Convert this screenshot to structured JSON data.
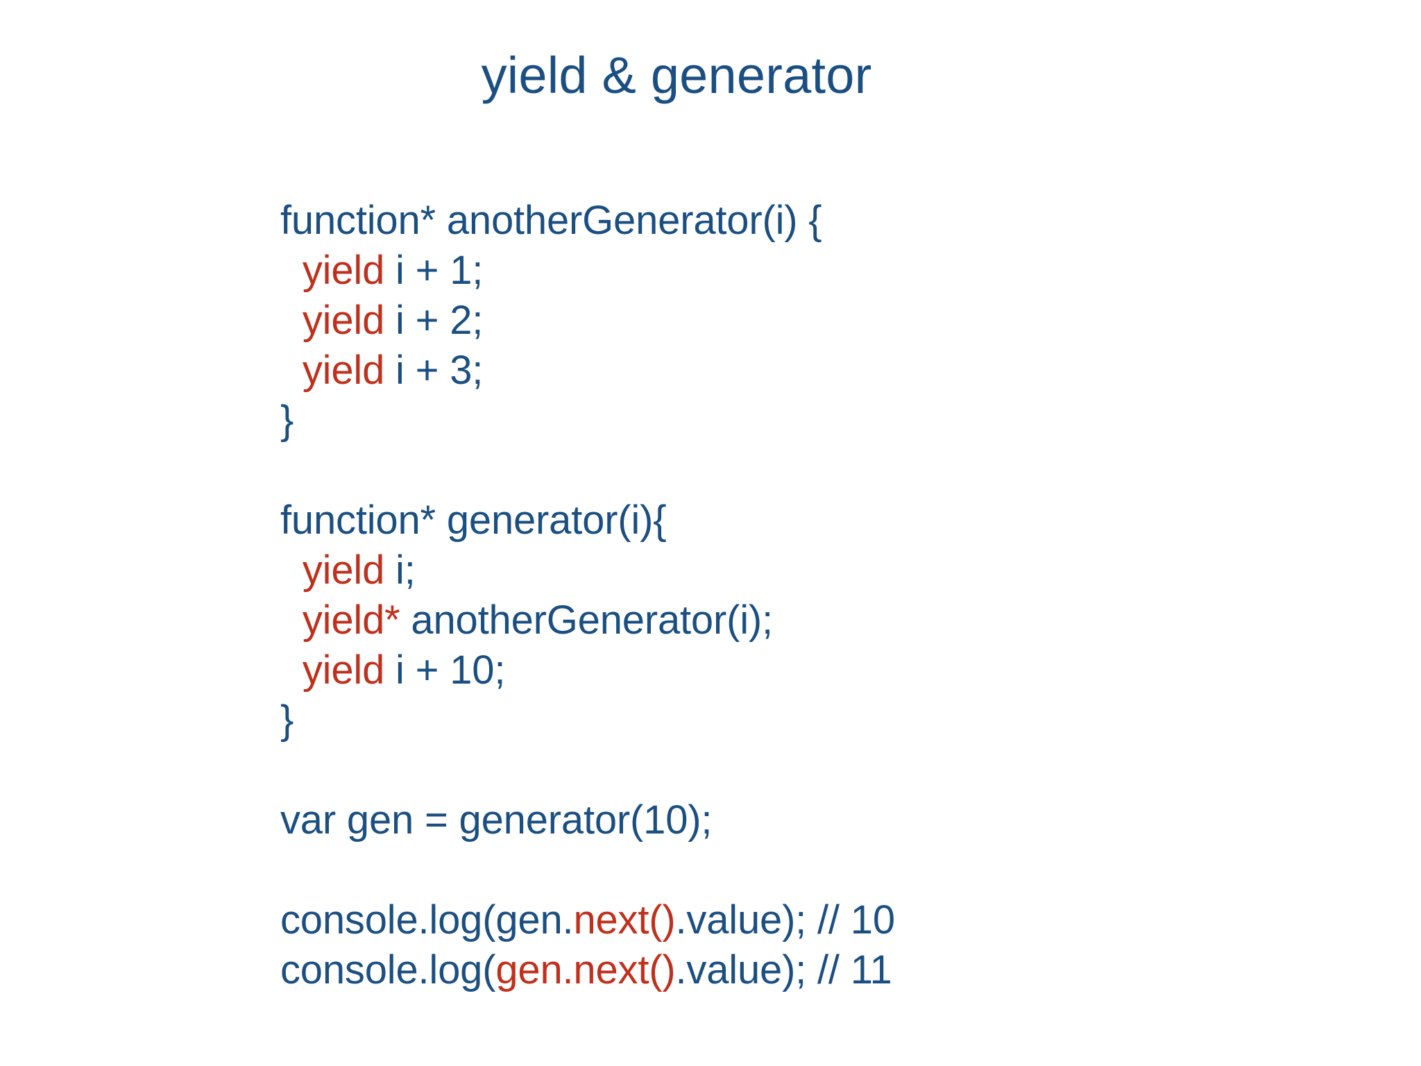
{
  "slide": {
    "title": "yield & generator",
    "background_color": "#FFFFFF",
    "colors": {
      "title": "#1B4F82",
      "code_default": "#1B4F82",
      "code_keyword": "#C0301C"
    }
  },
  "code": {
    "language": "javascript",
    "lines": [
      {
        "id": "line-1",
        "text": "function* anotherGenerator(i) {",
        "segments": [
          {
            "text": "function* anotherGenerator(i) {",
            "color": "blue"
          }
        ]
      },
      {
        "id": "line-2",
        "text": "  yield i + 1;",
        "segments": [
          {
            "text": "  ",
            "color": "blue"
          },
          {
            "text": "yield",
            "color": "red"
          },
          {
            "text": " i + 1;",
            "color": "blue"
          }
        ]
      },
      {
        "id": "line-3",
        "text": "  yield i + 2;",
        "segments": [
          {
            "text": "  ",
            "color": "blue"
          },
          {
            "text": "yield",
            "color": "red"
          },
          {
            "text": " i + 2;",
            "color": "blue"
          }
        ]
      },
      {
        "id": "line-4",
        "text": "  yield i + 3;",
        "segments": [
          {
            "text": "  ",
            "color": "blue"
          },
          {
            "text": "yield",
            "color": "red"
          },
          {
            "text": " i + 3;",
            "color": "blue"
          }
        ]
      },
      {
        "id": "line-5",
        "text": "}",
        "segments": [
          {
            "text": "}",
            "color": "blue"
          }
        ]
      },
      {
        "id": "line-6",
        "text": "",
        "segments": []
      },
      {
        "id": "line-7",
        "text": "function* generator(i){",
        "segments": [
          {
            "text": "function* generator(i){",
            "color": "blue"
          }
        ]
      },
      {
        "id": "line-8",
        "text": "  yield i;",
        "segments": [
          {
            "text": "  ",
            "color": "blue"
          },
          {
            "text": "yield",
            "color": "red"
          },
          {
            "text": " i;",
            "color": "blue"
          }
        ]
      },
      {
        "id": "line-9",
        "text": "  yield* anotherGenerator(i);",
        "segments": [
          {
            "text": "  ",
            "color": "blue"
          },
          {
            "text": "yield*",
            "color": "red"
          },
          {
            "text": " anotherGenerator(i);",
            "color": "blue"
          }
        ]
      },
      {
        "id": "line-10",
        "text": "  yield i + 10;",
        "segments": [
          {
            "text": "  ",
            "color": "blue"
          },
          {
            "text": "yield",
            "color": "red"
          },
          {
            "text": " i + 10;",
            "color": "blue"
          }
        ]
      },
      {
        "id": "line-11",
        "text": "}",
        "segments": [
          {
            "text": "}",
            "color": "blue"
          }
        ]
      },
      {
        "id": "line-12",
        "text": "",
        "segments": []
      },
      {
        "id": "line-13",
        "text": "var gen = generator(10);",
        "segments": [
          {
            "text": "var gen = generator(10);",
            "color": "blue"
          }
        ]
      },
      {
        "id": "line-14",
        "text": "",
        "segments": []
      },
      {
        "id": "line-15",
        "text": "console.log(gen.next().value); // 10",
        "segments": [
          {
            "text": "console.log(gen.",
            "color": "blue"
          },
          {
            "text": "next()",
            "color": "red"
          },
          {
            "text": ".value); // 10",
            "color": "blue"
          }
        ]
      },
      {
        "id": "line-16",
        "text": "console.log(gen.next().value); // 11",
        "segments": [
          {
            "text": "console.log(",
            "color": "blue"
          },
          {
            "text": "gen.next()",
            "color": "red"
          },
          {
            "text": ".value); // 11",
            "color": "blue"
          }
        ]
      }
    ]
  }
}
